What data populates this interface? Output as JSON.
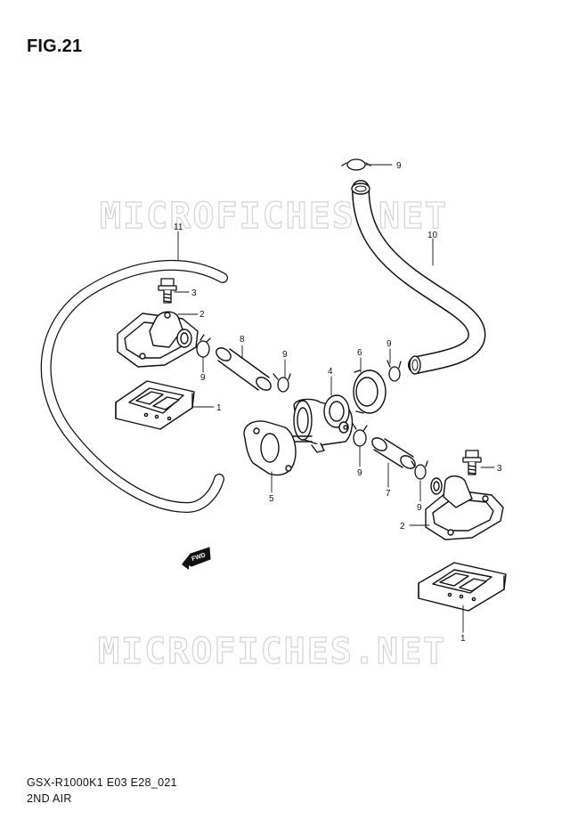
{
  "figure": {
    "title": "FIG.21",
    "watermark": "MICROFICHES.NET",
    "model_code": "GSX-R1000K1 E03 E28_021",
    "assembly_name": "2ND AIR",
    "direction_badge": "FWD"
  },
  "callouts": {
    "clamp_top": "9",
    "hose_10": "10",
    "hose_11": "11",
    "bolt_left": "3",
    "cover_left": "2",
    "reed_left": "1",
    "clamp_left": "9",
    "hose_8": "8",
    "clamp_mid_left": "9",
    "valve_4": "4",
    "seal_6": "6",
    "clamp_right_top": "9",
    "plate_5": "5",
    "clamp_mid_right": "9",
    "hose_7": "7",
    "clamp_right_low": "9",
    "bolt_right": "3",
    "cover_right": "2",
    "reed_right": "1"
  },
  "colors": {
    "line": "#111111",
    "watermark": "#d4d4d4",
    "background": "#ffffff"
  }
}
